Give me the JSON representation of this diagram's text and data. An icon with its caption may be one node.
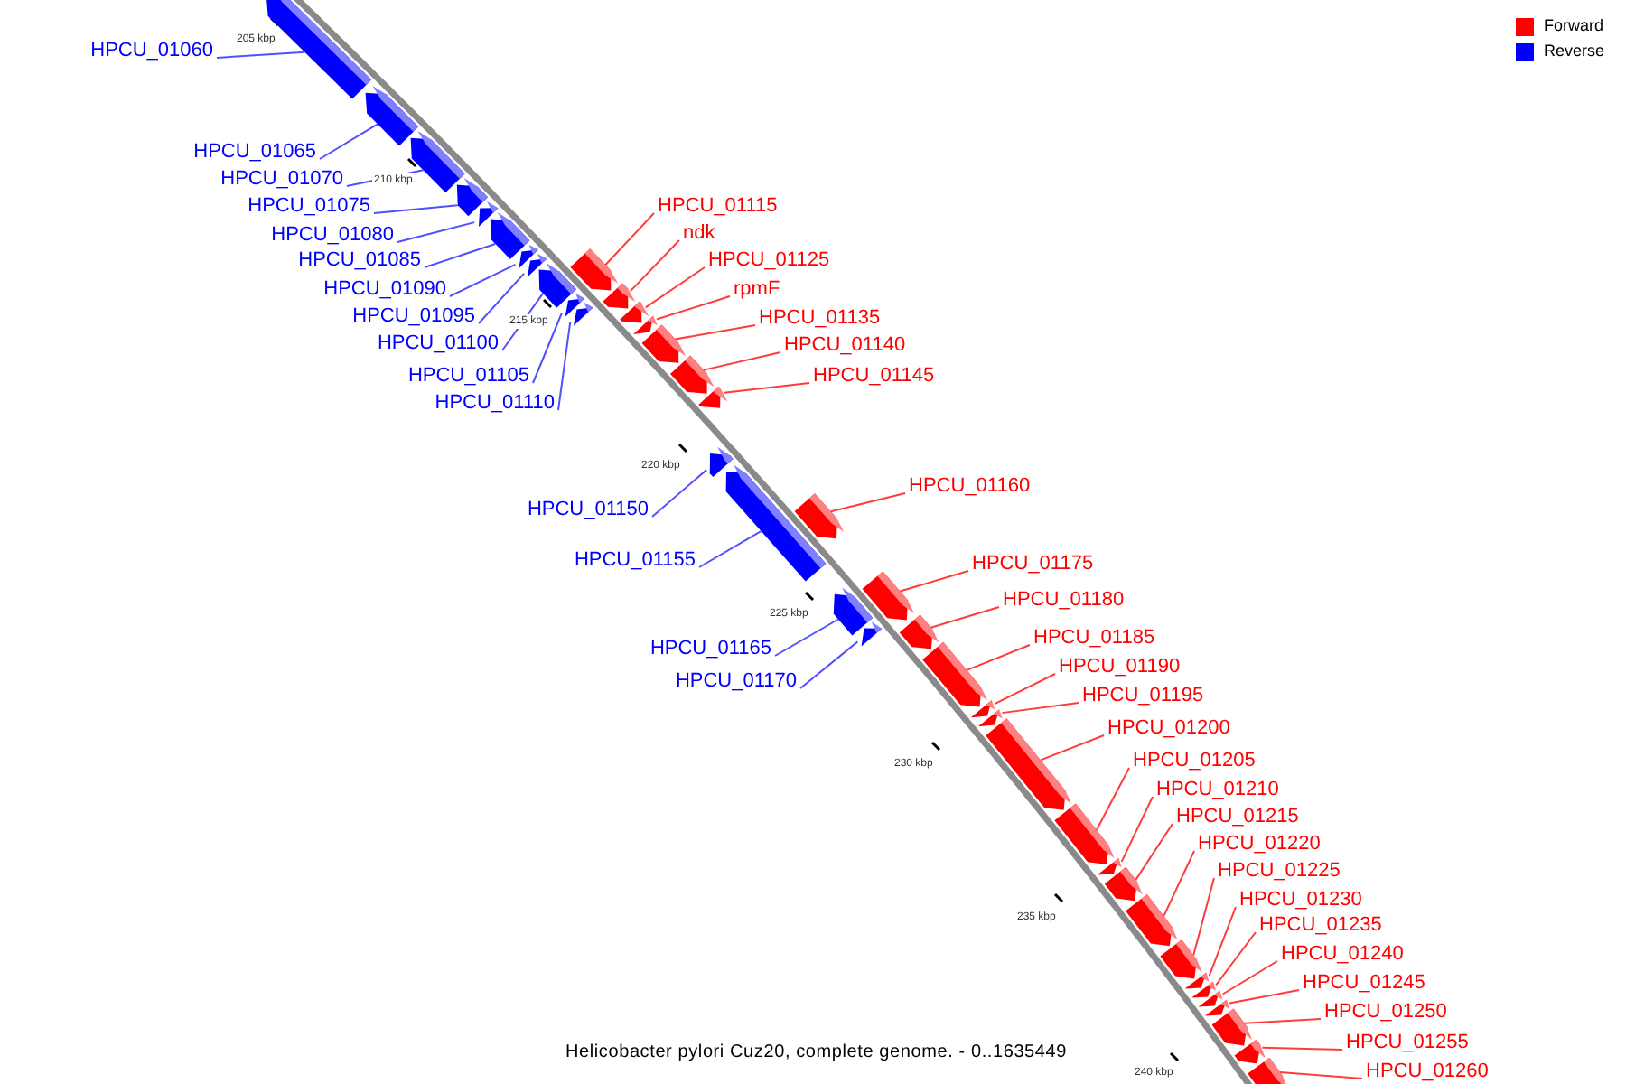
{
  "diagram": {
    "caption": "Helicobacter pylori Cuz20, complete genome. - 0..1635449",
    "nodes": [
      {
        "text": [
          "HPCU_01060"
        ]
      },
      {
        "text": [],
        "shape": "arrow"
      },
      {
        "text": [
          "HPCU_01065"
        ]
      },
      {
        "text": [],
        "shape": "arrow"
      },
      {
        "text": [
          "HPCU_01070"
        ]
      },
      {
        "text": [],
        "shape": "arrow"
      },
      {
        "text": [
          "HPCU_01075"
        ]
      },
      {
        "text": [],
        "shape": "arrow"
      },
      {
        "text": [
          "HPCU_01080"
        ]
      },
      {
        "text": [],
        "shape": "arrow"
      },
      {
        "text": [
          "HPCU_01085"
        ]
      },
      {
        "text": [],
        "shape": "arrow"
      },
      {
        "text": [
          "HPCU_01090"
        ]
      },
      {
        "text": [],
        "shape": "arrow"
      },
      {
        "text": [
          "HPCU_01095"
        ]
      },
      {
        "text": [],
        "shape": "arrow"
      },
      {
        "text": [
          "HPCU_01100"
        ]
      },
      {
        "text": [],
        "shape": "arrow"
      },
      {
        "text": [
          "HPCU_01105"
        ]
      },
      {
        "text": [],
        "shape": "arrow"
      },
      {
        "text": [
          "HPCU_01110"
        ]
      },
      {
        "text": [],
        "shape": "arrow"
      },
      {
        "text": [
          "HPCU_01115"
        ]
      },
      {
        "text": [],
        "shape": "arrow"
      },
      {
        "text": [
          "ndk"
        ]
      },
      {
        "text": [],
        "shape": "arrow"
      },
      {
        "text": [
          "HPCU_01125"
        ]
      },
      {
        "text": [],
        "shape": "arrow"
      },
      {
        "text": [
          "rpmF"
        ]
      },
      {
        "text": [],
        "shape": "arrow"
      },
      {
        "text": [
          "HPCU_01135"
        ]
      },
      {
        "text": [],
        "shape": "arrow"
      },
      {
        "text": [
          "HPCU_01140"
        ]
      },
      {
        "text": [],
        "shape": "arrow"
      },
      {
        "text": [
          "HPCU_01145"
        ]
      },
      {
        "text": [],
        "shape": "arrow"
      },
      {
        "text": [
          "HPCU_01150"
        ]
      },
      {
        "text": [],
        "shape": "arrow"
      },
      {
        "text": [
          "HPCU_01155"
        ]
      },
      {
        "text": [],
        "shape": "arrow"
      },
      {
        "text": [
          "HPCU_01160"
        ]
      },
      {
        "text": [],
        "shape": "arrow"
      },
      {
        "text": [
          "HPCU_01165"
        ]
      },
      {
        "text": [],
        "shape": "arrow"
      },
      {
        "text": [
          "HPCU_01170"
        ]
      },
      {
        "text": [],
        "shape": "arrow"
      },
      {
        "text": [
          "HPCU_01175"
        ]
      },
      {
        "text": [],
        "shape": "arrow"
      },
      {
        "text": [
          "HPCU_01180"
        ]
      },
      {
        "text": [],
        "shape": "arrow"
      },
      {
        "text": [
          "HPCU_01185"
        ]
      },
      {
        "text": [],
        "shape": "arrow"
      },
      {
        "text": [
          "HPCU_01190"
        ]
      },
      {
        "text": [],
        "shape": "arrow"
      },
      {
        "text": [
          "HPCU_01195"
        ]
      },
      {
        "text": [],
        "shape": "arrow"
      },
      {
        "text": [
          "HPCU_01200"
        ]
      },
      {
        "text": [],
        "shape": "arrow"
      },
      {
        "text": [
          "HPCU_01205"
        ]
      },
      {
        "text": [],
        "shape": "arrow"
      },
      {
        "text": [
          "HPCU_01210"
        ]
      },
      {
        "text": [],
        "shape": "arrow"
      },
      {
        "text": [
          "HPCU_01215"
        ]
      },
      {
        "text": [],
        "shape": "arrow"
      },
      {
        "text": [
          "HPCU_01220"
        ]
      },
      {
        "text": [],
        "shape": "arrow"
      },
      {
        "text": [
          "HPCU_01225"
        ]
      },
      {
        "text": [],
        "shape": "arrow"
      },
      {
        "text": [
          "HPCU_01230"
        ]
      },
      {
        "text": [],
        "shape": "arrow"
      },
      {
        "text": [
          "HPCU_01235"
        ]
      },
      {
        "text": [],
        "shape": "arrow"
      },
      {
        "text": [
          "HPCU_01240"
        ]
      },
      {
        "text": [],
        "shape": "arrow"
      },
      {
        "text": [
          "HPCU_01245"
        ]
      },
      {
        "text": [],
        "shape": "arrow"
      },
      {
        "text": [
          "HPCU_01250"
        ]
      },
      {
        "text": [],
        "shape": "arrow"
      },
      {
        "text": [
          "HPCU_01255"
        ]
      },
      {
        "text": [],
        "shape": "arrow"
      },
      {
        "text": [
          "HPCU_01260"
        ]
      },
      {
        "text": [],
        "shape": "arrow"
      }
    ],
    "edges": [
      {
        "from": 0,
        "to": 1,
        "arrow": "none",
        "color": "#5050ff"
      },
      {
        "from": 2,
        "to": 3,
        "arrow": "none",
        "color": "#5050ff"
      },
      {
        "from": 4,
        "to": 5,
        "arrow": "none",
        "color": "#5050ff"
      },
      {
        "from": 6,
        "to": 7,
        "arrow": "none",
        "color": "#5050ff"
      },
      {
        "from": 8,
        "to": 9,
        "arrow": "none",
        "color": "#5050ff"
      },
      {
        "from": 10,
        "to": 11,
        "arrow": "none",
        "color": "#5050ff"
      },
      {
        "from": 12,
        "to": 13,
        "arrow": "none",
        "color": "#5050ff"
      },
      {
        "from": 14,
        "to": 15,
        "arrow": "none",
        "color": "#5050ff"
      },
      {
        "from": 16,
        "to": 17,
        "arrow": "none",
        "color": "#5050ff"
      },
      {
        "from": 18,
        "to": 19,
        "arrow": "none",
        "color": "#5050ff"
      },
      {
        "from": 20,
        "to": 21,
        "arrow": "none",
        "color": "#5050ff"
      },
      {
        "from": 22,
        "to": 23,
        "arrow": "none"
      },
      {
        "from": 24,
        "to": 25,
        "arrow": "none"
      },
      {
        "from": 26,
        "to": 27,
        "arrow": "none"
      },
      {
        "from": 28,
        "to": 29,
        "arrow": "none"
      },
      {
        "from": 30,
        "to": 31,
        "arrow": "none"
      },
      {
        "from": 32,
        "to": 33,
        "arrow": "none"
      },
      {
        "from": 34,
        "to": 35,
        "arrow": "none"
      },
      {
        "from": 36,
        "to": 37,
        "arrow": "none",
        "color": "#5050ff"
      },
      {
        "from": 38,
        "to": 39,
        "arrow": "none",
        "color": "#5050ff"
      },
      {
        "from": 40,
        "to": 41,
        "arrow": "none"
      },
      {
        "from": 42,
        "to": 43,
        "arrow": "none",
        "color": "#5050ff"
      },
      {
        "from": 44,
        "to": 45,
        "arrow": "none",
        "color": "#5050ff"
      },
      {
        "from": 46,
        "to": 47,
        "arrow": "none"
      },
      {
        "from": 48,
        "to": 49,
        "arrow": "none"
      },
      {
        "from": 50,
        "to": 51,
        "arrow": "none"
      },
      {
        "from": 52,
        "to": 53,
        "arrow": "none"
      },
      {
        "from": 54,
        "to": 55,
        "arrow": "none"
      },
      {
        "from": 56,
        "to": 57,
        "arrow": "none"
      },
      {
        "from": 58,
        "to": 59,
        "arrow": "none"
      },
      {
        "from": 60,
        "to": 61,
        "arrow": "none"
      },
      {
        "from": 62,
        "to": 63,
        "arrow": "none"
      },
      {
        "from": 64,
        "to": 65,
        "arrow": "none"
      },
      {
        "from": 66,
        "to": 67,
        "arrow": "none"
      },
      {
        "from": 68,
        "to": 69,
        "arrow": "none"
      },
      {
        "from": 70,
        "to": 71,
        "arrow": "none"
      },
      {
        "from": 72,
        "to": 73,
        "arrow": "none"
      },
      {
        "from": 74,
        "to": 75,
        "arrow": "none"
      },
      {
        "from": 76,
        "to": 77,
        "arrow": "none"
      },
      {
        "from": 78,
        "to": 79,
        "arrow": "none"
      },
      {
        "from": 80,
        "to": 81,
        "arrow": "none"
      }
    ],
    "labels": [
      "205 kbp",
      "210 kbp",
      "215 kbp",
      "220 kbp",
      "225 kbp",
      "230 kbp",
      "235 kbp",
      "240 kbp"
    ],
    "legend": [
      {
        "text": "Forward",
        "color": "#ff0000"
      },
      {
        "text": "Reverse",
        "color": "#0000ff"
      }
    ]
  }
}
